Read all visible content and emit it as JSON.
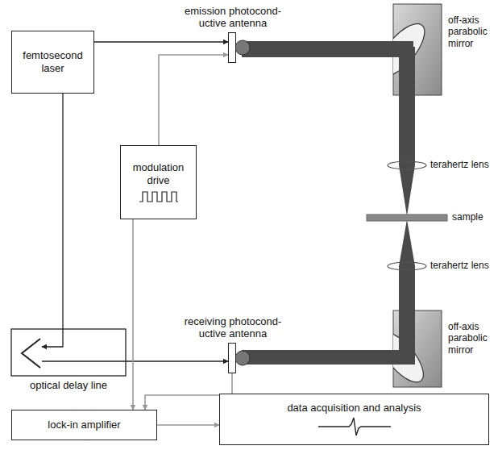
{
  "diagram": {
    "nodes": [
      {
        "text": [
          "femtosecond laser"
        ]
      },
      {
        "text": [
          "modulation drive"
        ]
      },
      {
        "text": [
          "optical delay line"
        ]
      },
      {
        "text": [
          "lock-in amplifier"
        ]
      },
      {
        "text": [
          "data acquisition and analysis"
        ]
      },
      {
        "text": [
          "emission photocond- uctive antenna"
        ]
      },
      {
        "text": [
          "receiving photocond- uctive antenna"
        ]
      }
    ],
    "edges": [
      {
        "from": 0,
        "to": 5,
        "arrow": "to"
      },
      {
        "from": 0,
        "to": 2,
        "arrow": "to"
      },
      {
        "from": 2,
        "to": 6,
        "arrow": "to"
      },
      {
        "from": 1,
        "to": 5,
        "arrow": "to"
      },
      {
        "from": 1,
        "to": 3,
        "arrow": "to"
      },
      {
        "from": 6,
        "to": 3,
        "arrow": "to"
      },
      {
        "from": 3,
        "to": 4,
        "arrow": "to"
      }
    ],
    "labels": [
      "off-axis parabolic mirror",
      "terahertz lens",
      "sample",
      "terahertz lens",
      "off-axis parabolic mirror"
    ]
  }
}
